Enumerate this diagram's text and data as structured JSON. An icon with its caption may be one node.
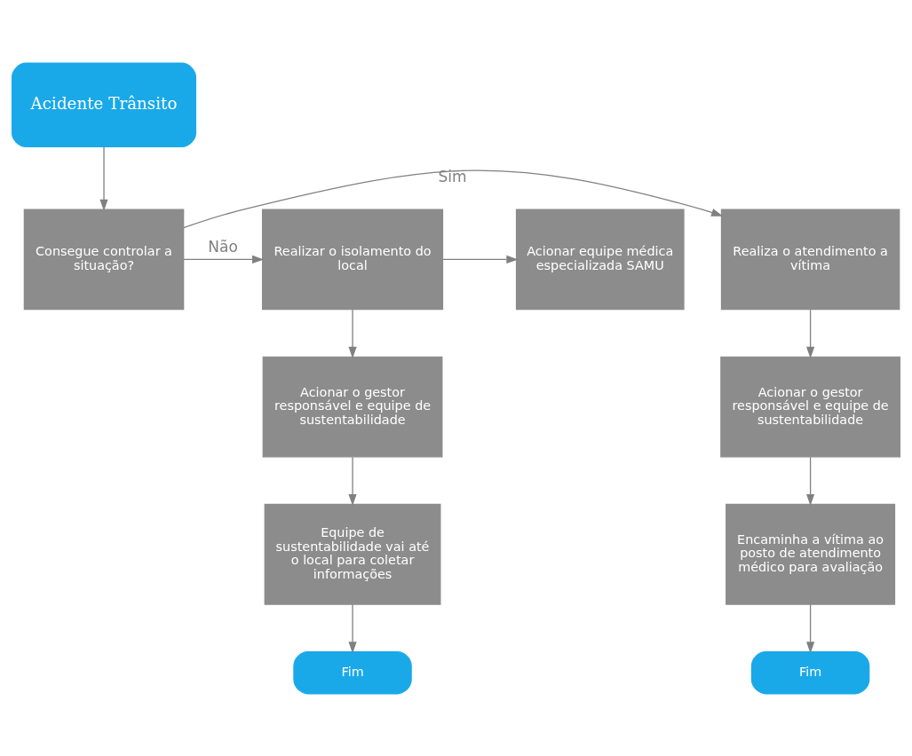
{
  "diagram": {
    "nodes": [
      {
        "text": [
          "Acidente Trânsito"
        ]
      },
      {
        "text": [
          "Consegue controlar a situação?"
        ]
      },
      {
        "text": [
          "Realiza o atendimento a vítima"
        ]
      },
      {
        "text": [
          "Realizar o isolamento do local"
        ]
      },
      {
        "text": [
          "Acionar equipe médica especializada SAMU"
        ]
      },
      {
        "text": [
          "Acionar o gestor responsável e equipe de sustentabilidade"
        ]
      },
      {
        "text": [
          "Encaminha a vítima ao posto de atendimento médico para avaliação"
        ]
      },
      {
        "text": [
          "Fim"
        ]
      },
      {
        "text": [
          "Acionar o gestor responsável e equipe de sustentabilidade"
        ]
      },
      {
        "text": [
          "Equipe de sustentabilidade vai até o local para coletar informações"
        ]
      },
      {
        "text": [
          "Fim"
        ]
      }
    ],
    "edges": [
      {
        "from": 0,
        "to": 1,
        "arrow": "to"
      },
      {
        "from": 1,
        "to": 2,
        "arrow": "to",
        "label": "Sim"
      },
      {
        "from": 1,
        "to": 3,
        "arrow": "to",
        "label": "Não"
      },
      {
        "from": 3,
        "to": 4,
        "arrow": "to"
      },
      {
        "from": 2,
        "to": 5,
        "arrow": "to"
      },
      {
        "from": 5,
        "to": 6,
        "arrow": "to"
      },
      {
        "from": 6,
        "to": 7,
        "arrow": "to"
      },
      {
        "from": 3,
        "to": 8,
        "arrow": "to"
      },
      {
        "from": 8,
        "to": 9,
        "arrow": "to"
      },
      {
        "from": 9,
        "to": 10,
        "arrow": "to"
      }
    ]
  }
}
